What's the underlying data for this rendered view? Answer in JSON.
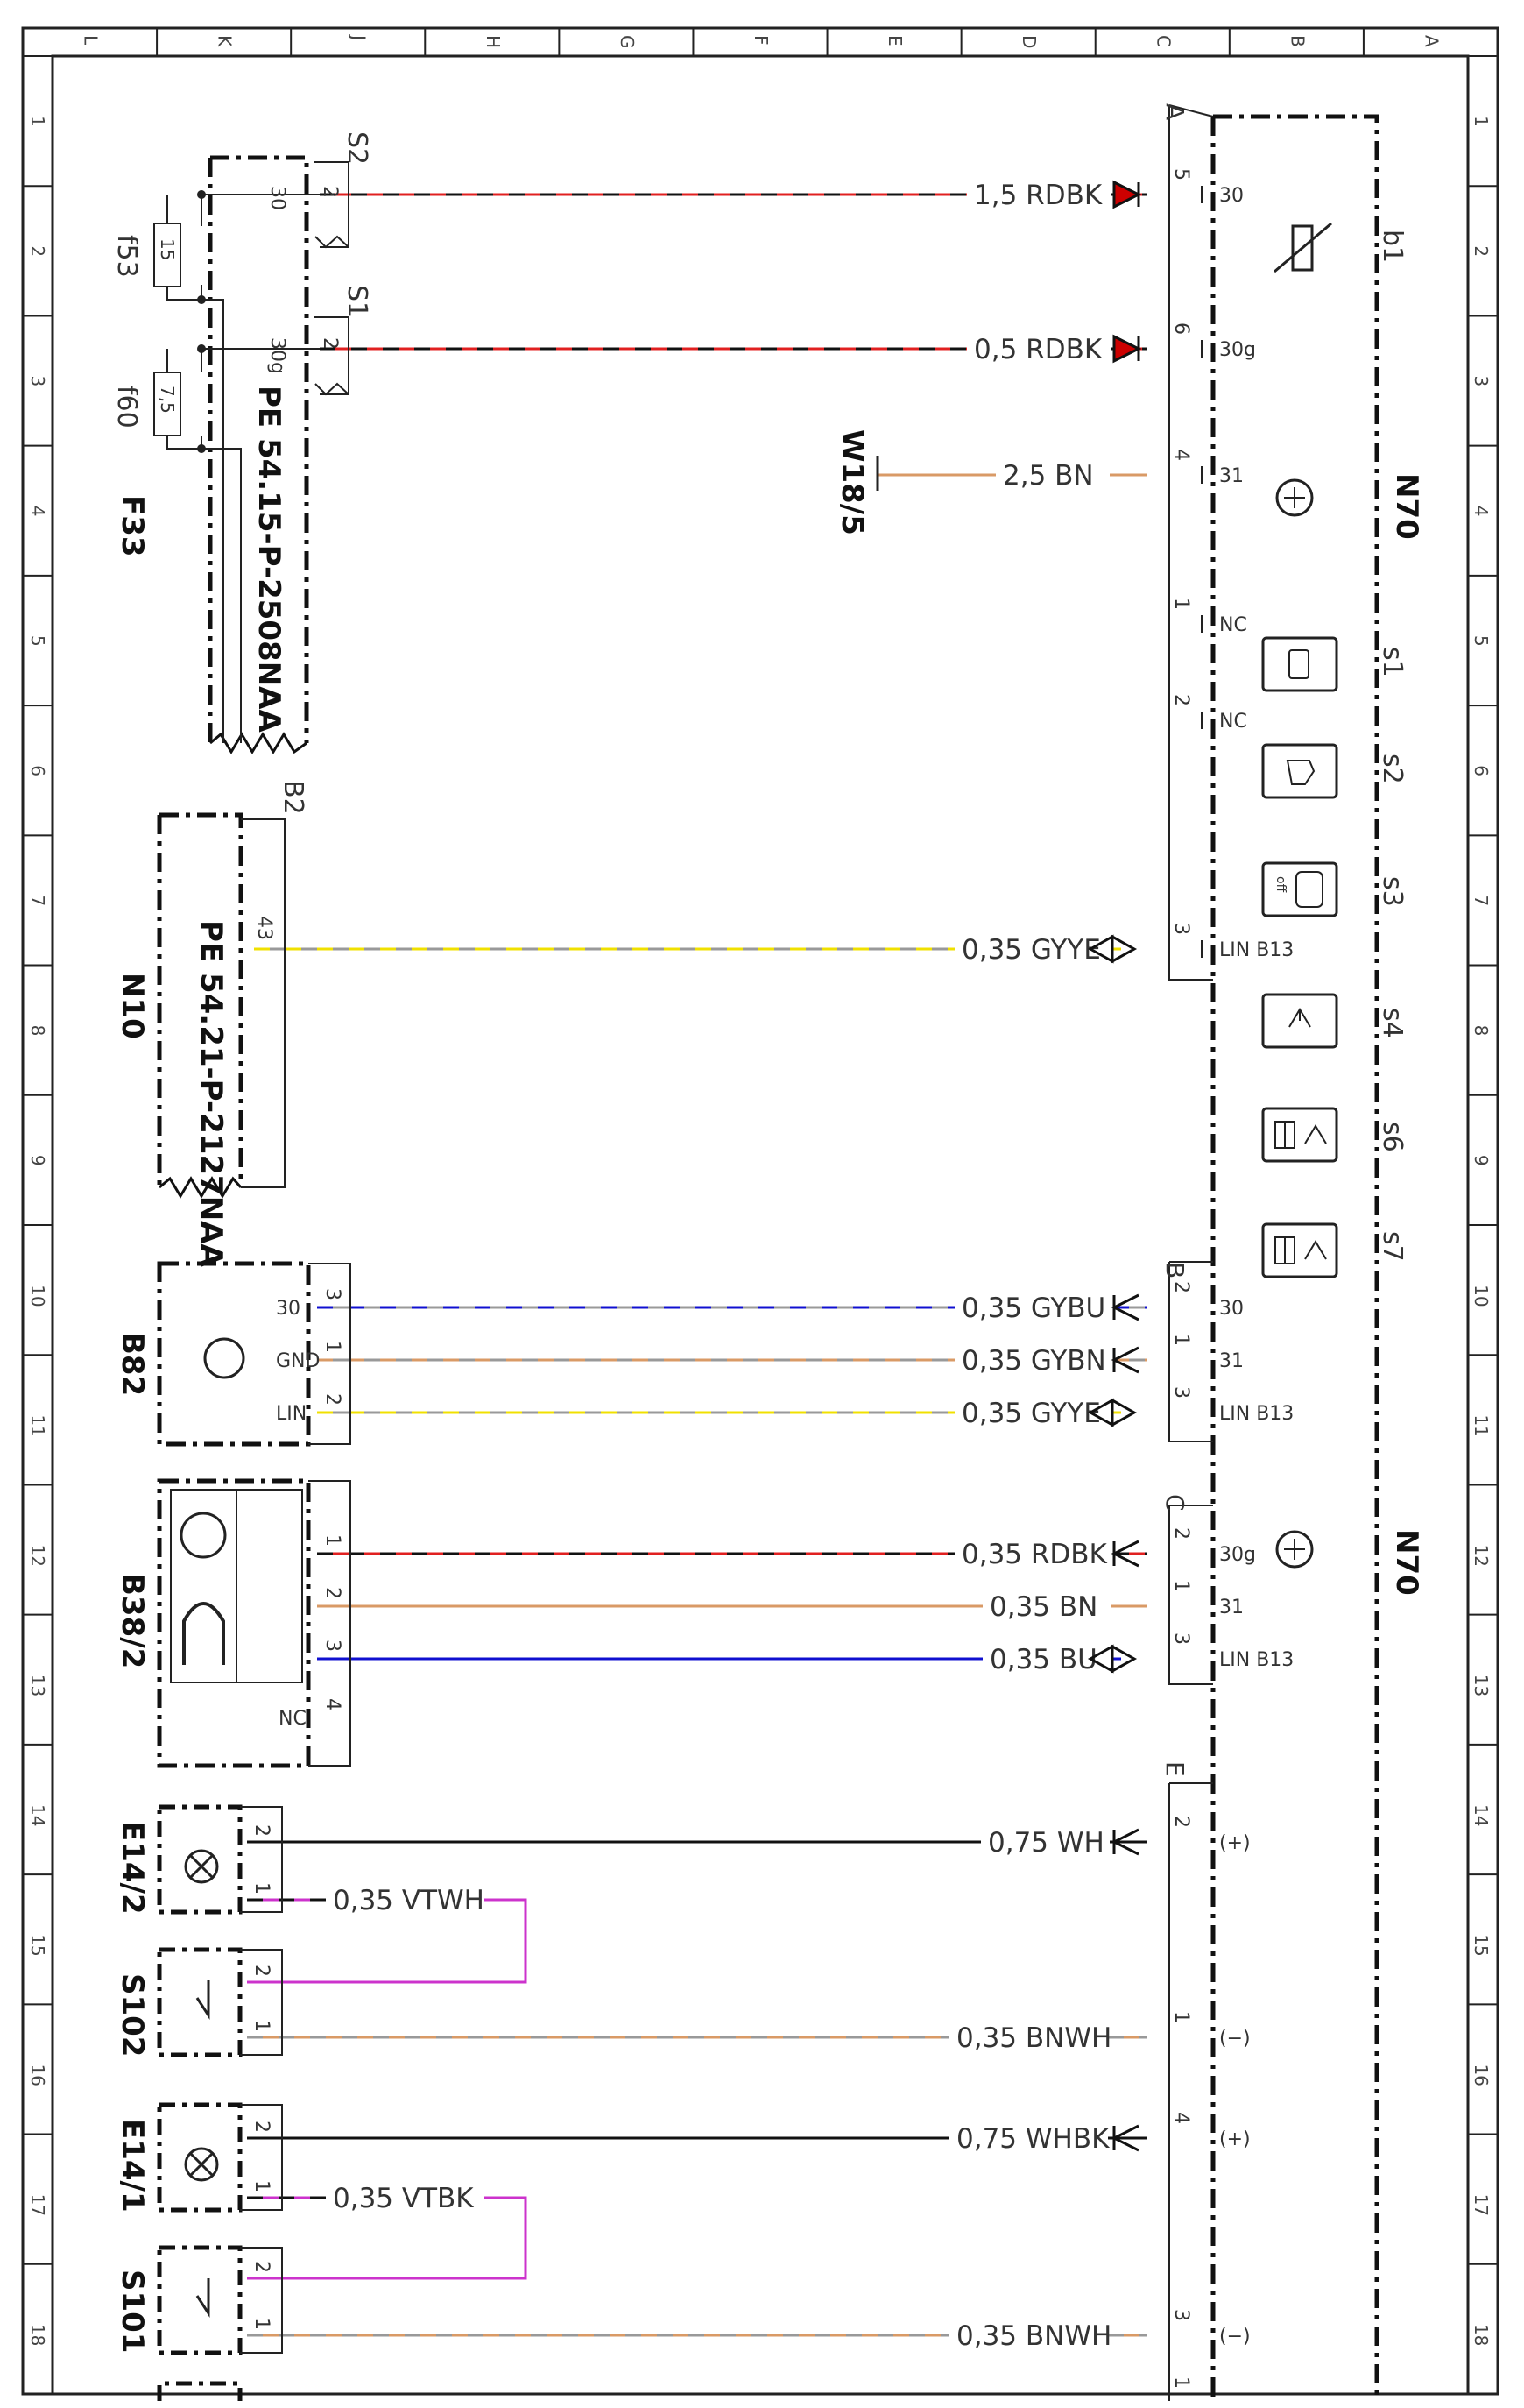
{
  "grid": {
    "top_letters": [
      "L",
      "K",
      "J",
      "H",
      "G",
      "F",
      "E",
      "D",
      "C",
      "B",
      "A"
    ],
    "side_numbers": [
      "1",
      "2",
      "3",
      "4",
      "5",
      "6",
      "7",
      "8",
      "9",
      "10",
      "11",
      "12",
      "13",
      "14",
      "15",
      "16",
      "17",
      "18"
    ]
  },
  "components": {
    "n70_top": "N70",
    "n70_bottom": "N70",
    "f33": "F33",
    "f53": "f53",
    "f60": "f60",
    "fuse15": "15",
    "fuse75": "7,5",
    "s2": "S2",
    "s1": "S1",
    "pe1": "PE 54.15-P-2508NAA",
    "b2": "B2",
    "pe2": "PE 54.21-P-2127NAA",
    "n10": "N10",
    "w18": "W18/5",
    "b82": "B82",
    "b38": "B38/2",
    "e14_2": "E14/2",
    "s102": "S102",
    "e14_1": "E14/1",
    "s101": "S101",
    "conn_a": "A",
    "conn_b": "B",
    "conn_c": "C",
    "conn_e": "E",
    "b1": "b1",
    "s1_sw": "s1",
    "s2_sw": "s2",
    "s3_sw": "s3",
    "s4_sw": "s4",
    "s6_sw": "s6",
    "s7_sw": "s7"
  },
  "wires": [
    {
      "label": "1,5 RDBK",
      "color": "#e02020",
      "stripe": "#111111"
    },
    {
      "label": "0,5 RDBK",
      "color": "#e02020",
      "stripe": "#111111"
    },
    {
      "label": "2,5 BN",
      "color": "#d99a66",
      "stripe": ""
    },
    {
      "label": "0,35 GYYE",
      "color": "#999999",
      "stripe": "#f0e000"
    },
    {
      "label": "0,35 GYBU",
      "color": "#999999",
      "stripe": "#1010d0"
    },
    {
      "label": "0,35 GYBN",
      "color": "#999999",
      "stripe": "#d99a66"
    },
    {
      "label": "0,35 GYYE",
      "color": "#999999",
      "stripe": "#f0e000"
    },
    {
      "label": "0,35 RDBK",
      "color": "#e02020",
      "stripe": "#111111"
    },
    {
      "label": "0,35 BN",
      "color": "#d99a66",
      "stripe": ""
    },
    {
      "label": "0,35 BU",
      "color": "#1010d0",
      "stripe": ""
    },
    {
      "label": "0,75 WH",
      "color": "#111111",
      "stripe": ""
    },
    {
      "label": "0,35 VTWH",
      "color": "#cc33cc",
      "stripe": "#111111"
    },
    {
      "label": "0,35 BNWH",
      "color": "#d99a66",
      "stripe": "#999999"
    },
    {
      "label": "0,75 WHBK",
      "color": "#111111",
      "stripe": ""
    },
    {
      "label": "0,35 VTBK",
      "color": "#cc33cc",
      "stripe": "#111111"
    },
    {
      "label": "0,35 BNWH",
      "color": "#d99a66",
      "stripe": "#999999"
    }
  ],
  "pins": {
    "n70_a": [
      {
        "num": "5",
        "sig": "30"
      },
      {
        "num": "6",
        "sig": "30g"
      },
      {
        "num": "4",
        "sig": "31"
      },
      {
        "num": "1",
        "sig": "NC"
      },
      {
        "num": "2",
        "sig": "NC"
      },
      {
        "num": "3",
        "sig": "LIN B13"
      }
    ],
    "n70_b": [
      {
        "num": "2",
        "sig": "30"
      },
      {
        "num": "1",
        "sig": "31"
      },
      {
        "num": "3",
        "sig": "LIN B13"
      }
    ],
    "n70_c": [
      {
        "num": "2",
        "sig": "30g"
      },
      {
        "num": "1",
        "sig": "31"
      },
      {
        "num": "3",
        "sig": "LIN B13"
      }
    ],
    "n70_e": [
      {
        "num": "2",
        "sig": "(+)"
      },
      {
        "num": "1",
        "sig": "(−)"
      },
      {
        "num": "4",
        "sig": "(+)"
      },
      {
        "num": "3",
        "sig": "(−)"
      },
      {
        "num": "1",
        "sig": ""
      }
    ],
    "b82": [
      {
        "num": "3",
        "sig": "30"
      },
      {
        "num": "1",
        "sig": "GND"
      },
      {
        "num": "2",
        "sig": "LIN"
      }
    ],
    "b38": [
      {
        "num": "1",
        "sig": ""
      },
      {
        "num": "2",
        "sig": ""
      },
      {
        "num": "3",
        "sig": ""
      },
      {
        "num": "4",
        "sig": "NC"
      }
    ],
    "s2_pins": {
      "a": "30",
      "b": "2"
    },
    "s1_pins": {
      "a": "30g",
      "b": "2"
    },
    "n10_pin": "43",
    "e14_2_pins": [
      "2",
      "1"
    ],
    "s102_pins": [
      "2",
      "1"
    ],
    "e14_1_pins": [
      "2",
      "1"
    ],
    "s101_pins": [
      "2",
      "1"
    ]
  },
  "switch_labels": {
    "s3_text": "off"
  }
}
